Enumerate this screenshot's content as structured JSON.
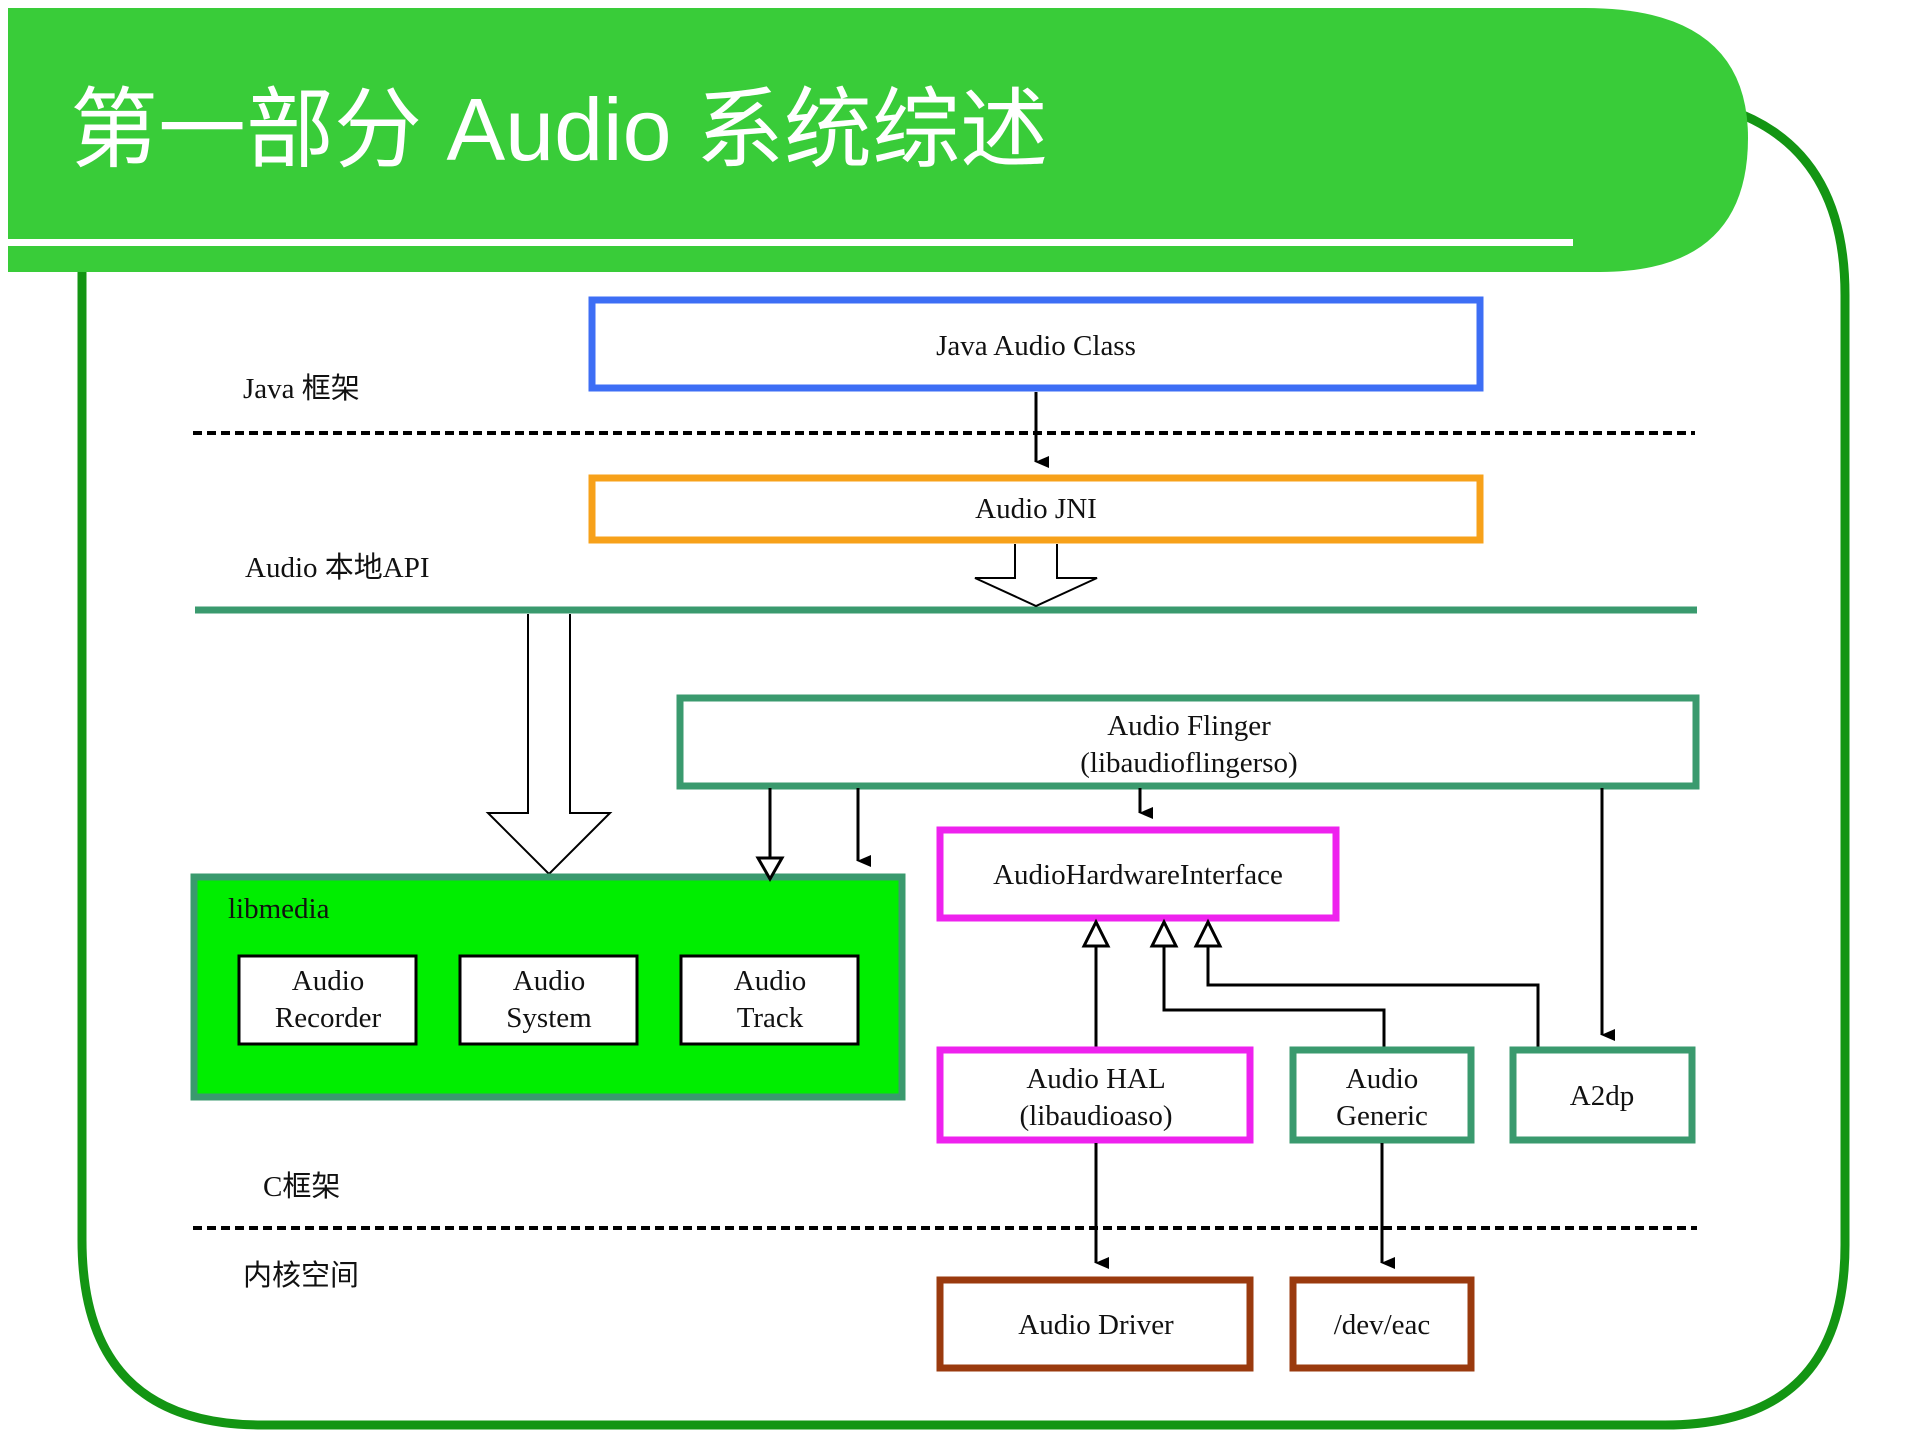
{
  "slide": {
    "title": "第一部分   Audio 系统综述",
    "header_color": "#39cc39",
    "frame_color": "#139513"
  },
  "layers": {
    "java": "Java 框架",
    "native_api": "Audio 本地API",
    "c_framework": "C框架",
    "kernel": "内核空间"
  },
  "boxes": {
    "java_audio_class": "Java Audio Class",
    "audio_jni": "Audio JNI",
    "audio_flinger": {
      "line1": "Audio Flinger",
      "line2": "(libaudioflingerso)"
    },
    "libmedia": "libmedia",
    "audio_recorder": {
      "line1": "Audio",
      "line2": "Recorder"
    },
    "audio_system": {
      "line1": "Audio",
      "line2": "System"
    },
    "audio_track": {
      "line1": "Audio",
      "line2": "Track"
    },
    "audio_hw_interface": "AudioHardwareInterface",
    "audio_hal": {
      "line1": "Audio HAL",
      "line2": "(libaudioaso)"
    },
    "audio_generic": {
      "line1": "Audio",
      "line2": "Generic"
    },
    "a2dp": "A2dp",
    "audio_driver": "Audio Driver",
    "dev_eac": "/dev/eac"
  },
  "colors": {
    "java_box": "#3d6ef5",
    "jni_box": "#f7a11a",
    "teal": "#3a9a6e",
    "libmedia_fill": "#00ee00",
    "magenta": "#ee22ee",
    "brown": "#9a3a0e"
  }
}
